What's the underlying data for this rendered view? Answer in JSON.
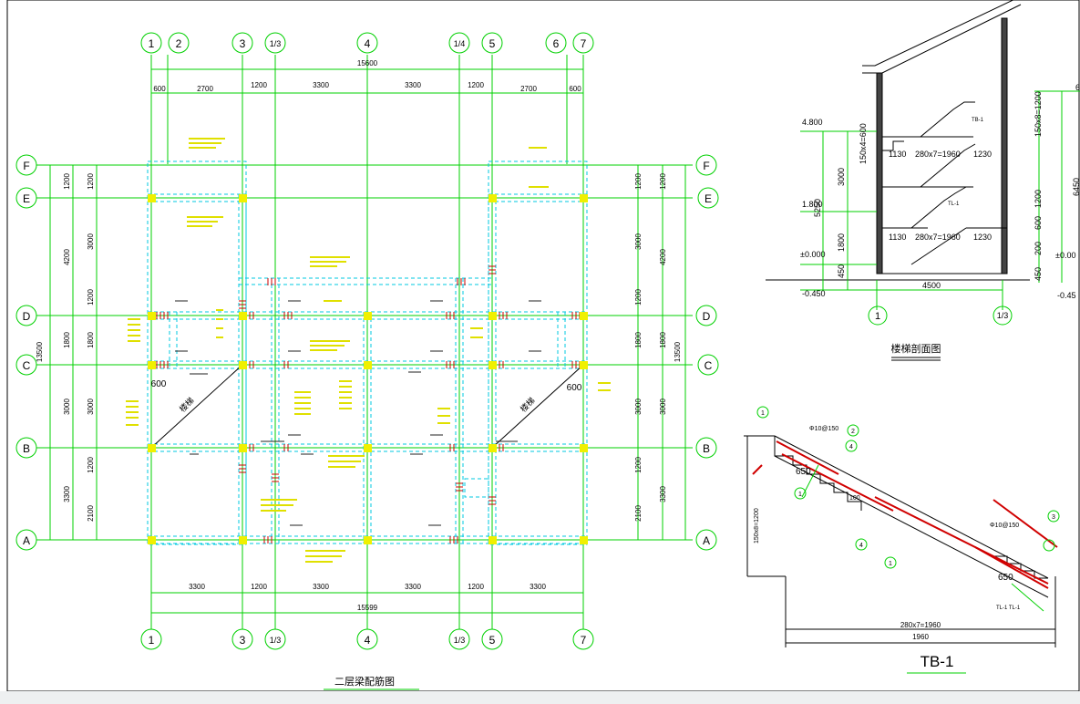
{
  "plan": {
    "title": "二层梁配筋图",
    "axes_top": [
      "1",
      "2",
      "3",
      "1/3",
      "4",
      "1/4",
      "5",
      "6",
      "7"
    ],
    "axes_bottom": [
      "1",
      "3",
      "1/3",
      "4",
      "1/3",
      "5",
      "7"
    ],
    "axes_rows": [
      "F",
      "E",
      "D",
      "C",
      "B",
      "A"
    ],
    "dims_top_total": "15600",
    "dims_top": [
      "600",
      "2700",
      "1200",
      "3300",
      "3300",
      "1200",
      "2700",
      "600"
    ],
    "dims_bottom": [
      "3300",
      "1200",
      "3300",
      "3300",
      "1200",
      "3300"
    ],
    "dims_bottom_total": "15599",
    "dims_left_total": "13500",
    "dims_left_outer": [
      "1200",
      "4200",
      "1800",
      "3000",
      "3300"
    ],
    "dims_left_inner": [
      "1200",
      "3000",
      "1200",
      "1800",
      "3000",
      "1200",
      "2100"
    ],
    "dims_right_total": "13500",
    "dims_right_inner": [
      "1200",
      "3000",
      "1200",
      "1800",
      "3000",
      "1200",
      "2100"
    ],
    "dims_right_outer": [
      "1200",
      "4200",
      "1800",
      "3000",
      "3300"
    ],
    "stair_label": "楼梯",
    "dim_600": "600"
  },
  "section": {
    "title": "楼梯剖面图",
    "elev_48": "4.800",
    "elev_18": "1.800",
    "elev_00": "±0.000",
    "elev_045": "-0.450",
    "elev_00_r": "±0.00",
    "elev_045_r": "-0.45",
    "dim_3000": "3000",
    "dim_1800": "1800",
    "dim_5250": "5250",
    "dim_450": "450",
    "dim_150x4": "150x4=600",
    "dim_150x8": "150x8=1200",
    "dim_6450": "6450",
    "dim_1200": "1200",
    "dim_600": "600",
    "dim_200": "200",
    "dim_6": "6",
    "landing_1130a": "1130",
    "landing_1130b": "1130",
    "run_a": "280x7=1960",
    "run_b": "280x7=1960",
    "landing_1230a": "1230",
    "landing_1230b": "1230",
    "tl1": "TL-1",
    "tb1": "TB-1",
    "axis_1": "1",
    "axis_13": "1/3",
    "bottom_dim": "4500"
  },
  "detail": {
    "title": "TB-1",
    "bar_top": "Φ10@150",
    "bar_right": "Φ10@150",
    "len_650a": "650",
    "len_650b": "650",
    "dim_100": "100",
    "height": "150x8=1200",
    "run": "280x7=1960",
    "total": "1960",
    "tl_label": "TL-1 TL-1",
    "markers": [
      "1",
      "2",
      "3",
      "4",
      "1",
      "1",
      "4"
    ]
  }
}
